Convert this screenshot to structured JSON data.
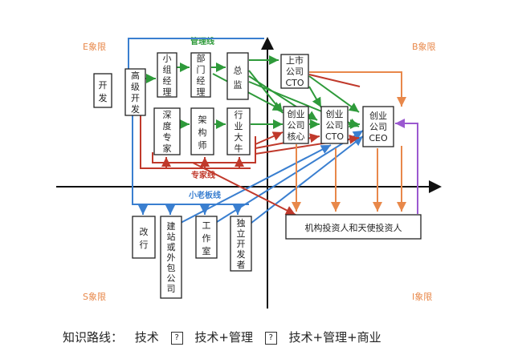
{
  "quadrants": {
    "e": "E象限",
    "b": "B象限",
    "s": "S象限",
    "i": "I象限"
  },
  "lanes": {
    "management": "管理线",
    "expert": "专家线",
    "boss": "小老板线"
  },
  "nodes": {
    "kaifa": [
      "开",
      "发"
    ],
    "gaoji": [
      "高",
      "级",
      "开",
      "发"
    ],
    "xiaozu": [
      "小",
      "组",
      "经",
      "理"
    ],
    "bumen": [
      "部",
      "门",
      "经",
      "理"
    ],
    "zongjian": [
      "总",
      "监"
    ],
    "shendu": [
      "深",
      "度",
      "专",
      "家"
    ],
    "jiagou": [
      "架",
      "构",
      "师"
    ],
    "hangye": [
      "行",
      "业",
      "大",
      "牛"
    ],
    "shangshi": [
      "上市",
      "公司",
      "CTO"
    ],
    "hexin": [
      "创业",
      "公司",
      "核心"
    ],
    "cto": [
      "创业",
      "公司",
      "CTO"
    ],
    "ceo": [
      "创业",
      "公司",
      "CEO"
    ],
    "investors": "机构投资人和天使投资人",
    "gaihang": [
      "改",
      "行"
    ],
    "jianzhan": [
      "建",
      "站",
      "或",
      "外",
      "包",
      "公",
      "司"
    ],
    "gongzuoshi": [
      "工",
      "作",
      "室"
    ],
    "duli": [
      "独",
      "立",
      "开",
      "发",
      "者"
    ]
  },
  "colors": {
    "management": "#2e9a3a",
    "expert": "#c0392b",
    "boss": "#3a7fd0",
    "invest": "#e8884a",
    "purple": "#9b59d0",
    "quadrant": "#e8884a"
  },
  "footer": {
    "prefix": "知识路线：",
    "steps": [
      "技术",
      "技术+管理",
      "技术+管理+商业"
    ],
    "separator": "?"
  }
}
